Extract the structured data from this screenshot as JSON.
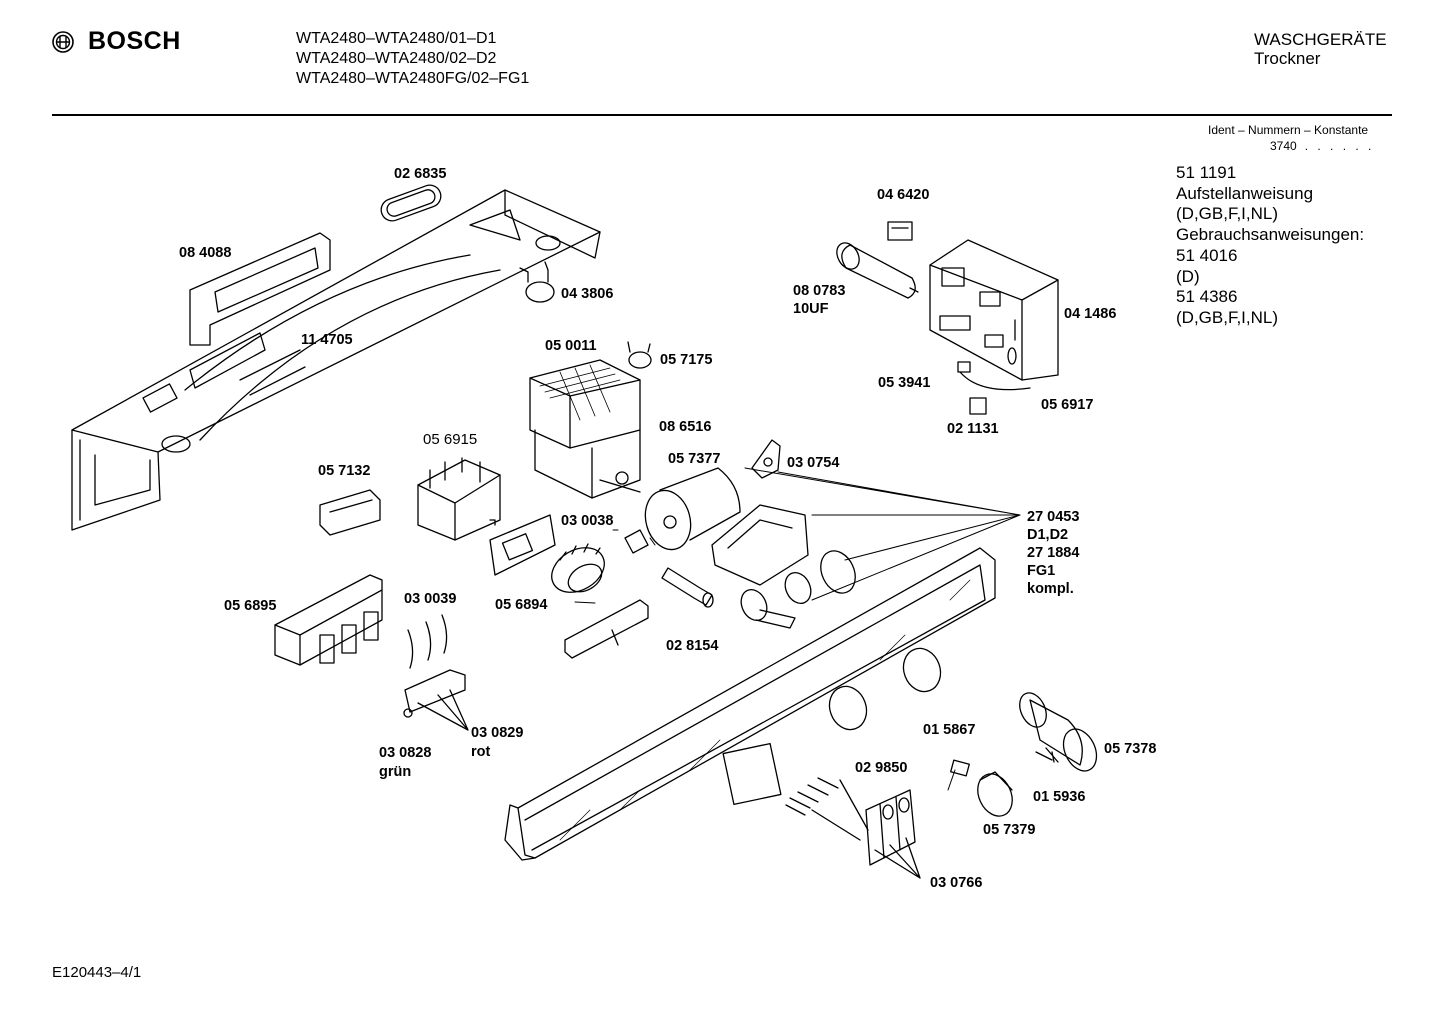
{
  "header": {
    "brand": "BOSCH",
    "models": [
      "WTA2480–WTA2480/01–D1",
      "WTA2480–WTA2480/02–D2",
      "WTA2480–WTA2480FG/02–FG1"
    ],
    "category": "WASCHGERÄTE",
    "subcategory": "Trockner"
  },
  "ident": {
    "title": "Ident – Nummern – Konstante",
    "number": "3740",
    "dots": ". .  . . . ."
  },
  "docs": [
    "51 1191",
    "Aufstellanweisung",
    "(D,GB,F,I,NL)",
    "Gebrauchsanweisungen:",
    "51 4016",
    "(D)",
    "51 4386",
    "(D,GB,F,I,NL)"
  ],
  "labels": {
    "l_026835": "02 6835",
    "l_084088": "08 4088",
    "l_043806": "04 3806",
    "l_114705": "11 4705",
    "l_046420": "04 6420",
    "l_080783": "08 0783",
    "l_10uf": "10UF",
    "l_041486": "04 1486",
    "l_050011": "05 0011",
    "l_057175": "05 7175",
    "l_053941": "05 3941",
    "l_056917": "05 6917",
    "l_021131": "02 1131",
    "l_086516": "08 6516",
    "l_056915": "05 6915",
    "l_057377": "05 7377",
    "l_030754": "03 0754",
    "l_057132": "05 7132",
    "l_270453": "27 0453",
    "l_d1d2": "D1,D2",
    "l_271884": "27 1884",
    "l_fg1": "FG1",
    "l_kompl": "kompl.",
    "l_030038": "03 0038",
    "l_056895": "05 6895",
    "l_030039": "03 0039",
    "l_056894": "05 6894",
    "l_028154": "02 8154",
    "l_030829": "03 0829",
    "l_rot": "rot",
    "l_030828": "03 0828",
    "l_gruen": "grün",
    "l_015867": "01 5867",
    "l_057378": "05 7378",
    "l_029850": "02 9850",
    "l_015936": "01 5936",
    "l_057379": "05 7379",
    "l_030766": "03 0766"
  },
  "footer": {
    "code": "E120443–4/1"
  }
}
